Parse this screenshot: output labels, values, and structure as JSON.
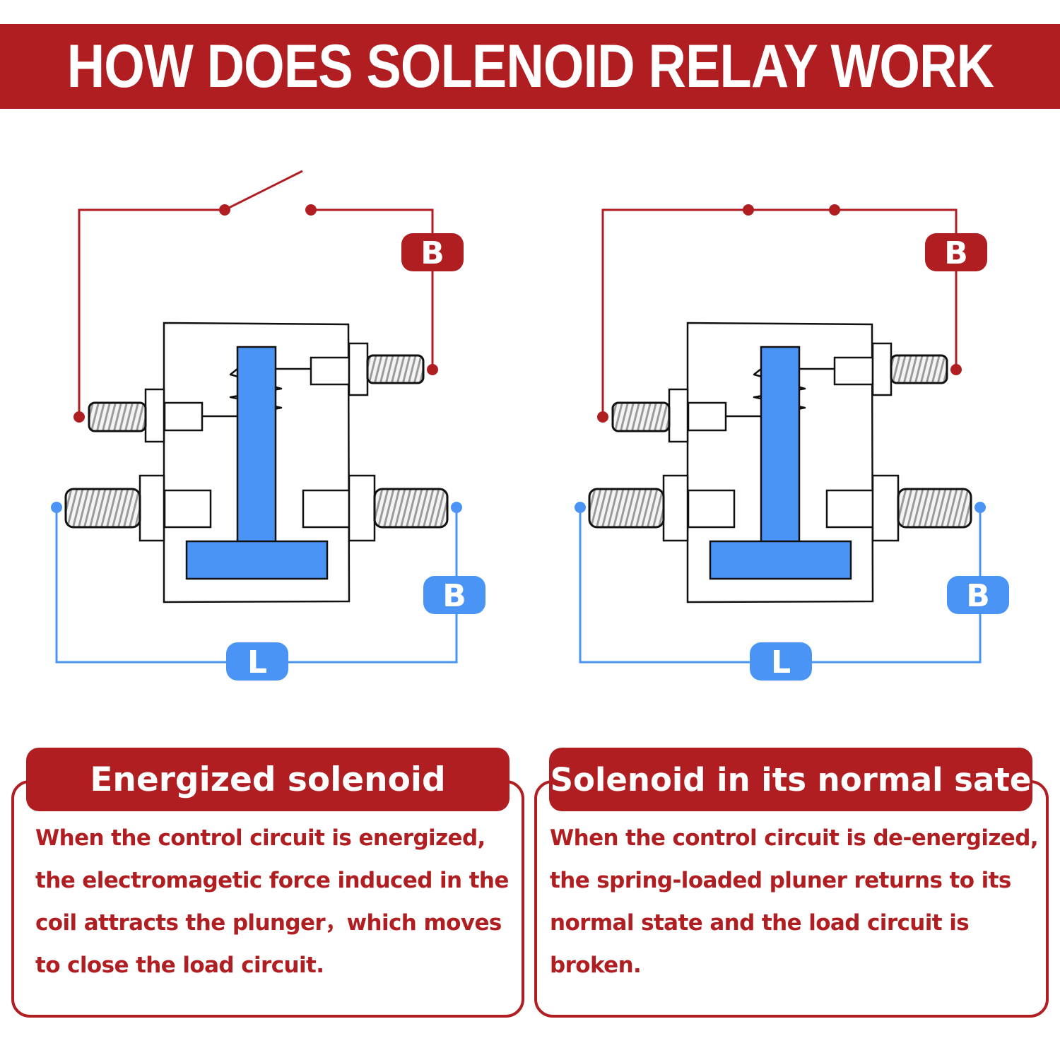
{
  "title": "HOW DOES SOLENOID RELAY WORK",
  "diagrams": [
    {
      "control_badge": "B",
      "load_badges": [
        "B",
        "L"
      ],
      "switch_state": "open"
    },
    {
      "control_badge": "B",
      "load_badges": [
        "B",
        "L"
      ],
      "switch_state": "closed"
    }
  ],
  "colors": {
    "brand_red": "#b01e22",
    "plunger_blue": "#4a94f5",
    "load_blue": "#4a94f5"
  },
  "panels": [
    {
      "heading": "Energized solenoid",
      "lines": [
        "When the control circuit is energized,",
        "the electromagetic force induced in the",
        "coil attracts the plunger，which moves",
        "to close the load circuit."
      ]
    },
    {
      "heading": "Solenoid in its normal sate",
      "lines": [
        "When the control circuit is de-energized,",
        "the spring-loaded pluner returns to its",
        "normal state and the load circuit is",
        "broken."
      ]
    }
  ]
}
